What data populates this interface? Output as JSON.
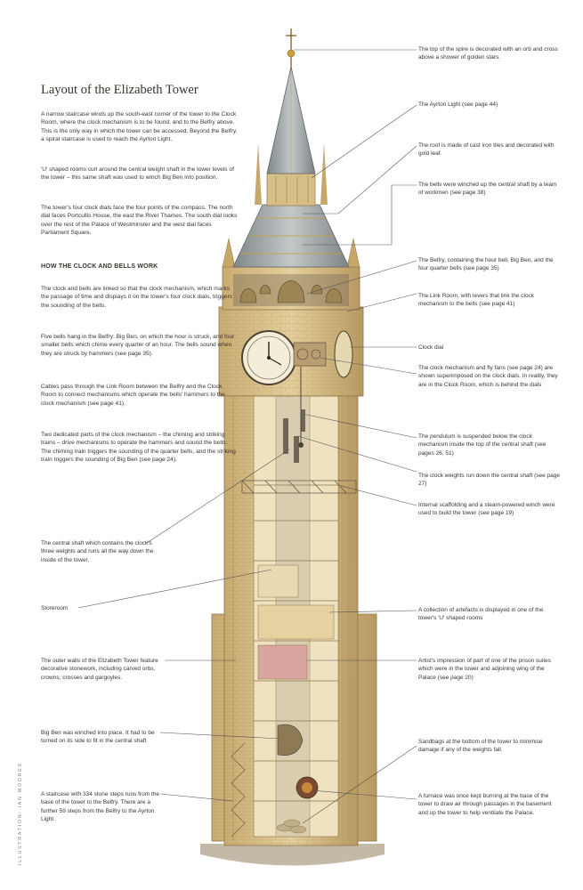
{
  "title": "Layout of the Elizabeth Tower",
  "intro_paragraphs": [
    "A narrow staircase winds up the south-east corner of the tower to the Clock Room, where the clock mechanism is to be found, and to the Belfry above. This is the only way in which the tower can be accessed. Beyond the Belfry, a spiral staircase is used to reach the Ayrton Light.",
    "'U' shaped rooms curl around the central weight shaft in the lower levels of the tower – this same shaft was used to winch Big Ben into position.",
    "The tower's four clock dials face the four points of the compass. The north dial faces Portcullis House, the east the River Thames. The south dial looks over the rest of the Palace of Westminster and the west dial faces Parliament Square."
  ],
  "section_heading": "HOW THE CLOCK AND BELLS WORK",
  "clock_paragraphs": [
    "The clock and bells are linked so that the clock mechanism, which marks the passage of time and displays it on the tower's four clock dials, triggers the sounding of the bells.",
    "Five bells hang in the Belfry: Big Ben, on which the hour is struck, and four smaller bells which chime every quarter of an hour. The bells sound when they are struck by hammers (see page 35).",
    "Cables pass through the Link Room between the Belfry and the Clock Room to connect mechanisms which operate the bells' hammers to the clock mechanism (see page 41).",
    "Two dedicated parts of the clock mechanism – the chiming and striking trains – drive mechanisms to operate the hammers and sound the bells. The chiming train triggers the sounding of the quarter bells, and the striking train triggers the sounding of Big Ben (see page 24)."
  ],
  "left_callouts": [
    "The central shaft which contains the clock's three weights and runs all the way down the inside of the tower.",
    "Storeroom",
    "The outer walls of the Elizabeth Tower feature decorative stonework, including carved orbs, crowns, crosses and gargoyles.",
    "Big Ben was winched into place. It had to be turned on its side to fit in the central shaft",
    "A staircase with 334 stone steps runs from the base of the tower to the Belfry. There are a further 59 steps from the Belfry to the Ayrton Light."
  ],
  "right_callouts": [
    "The top of the spire is decorated with an orb and cross above a shower of golden stars.",
    "The Ayrton Light (see page 44)",
    "The roof is made of cast iron tiles and decorated with gold leaf.",
    "The bells were winched up the central shaft by a team of workmen (see page 38)",
    "The Belfry, containing the hour bell, Big Ben, and the four quarter bells (see page 35)",
    "The Link Room, with levers that link the clock mechanism to the bells (see page 41)",
    "Clock dial",
    "The clock mechanism and fly fans (see page 24) are shown superimposed on the clock dials. In reality, they are in the Clock Room, which is behind the dials",
    "The pendulum is suspended below the clock mechanism inside the top of the central shaft (see pages 26, 51)",
    "The clock weights run down the central shaft (see page 27)",
    "Internal scaffolding and a steam-powered winch were used to build the tower (see page 19)",
    "A collection of artefacts is displayed in one of the tower's 'U' shaped rooms",
    "Artist's impression of part of one of the prison suites which were in the tower and adjoining wing of the Palace (see page 20)",
    "Sandbags at the bottom of the tower to minimise damage if any of the weights fall.",
    "A furnace was once kept burning at the base of the tower to draw air through passages in the basement and up the tower to help ventilate the Palace."
  ],
  "credit": "ILLUSTRATION: IAN MOORES",
  "colors": {
    "stone": "#d8c08a",
    "stone_dark": "#a98b57",
    "roof": "#9aa3a6",
    "gold": "#c9a03c",
    "leader_line": "#555555",
    "text": "#3b3530"
  }
}
